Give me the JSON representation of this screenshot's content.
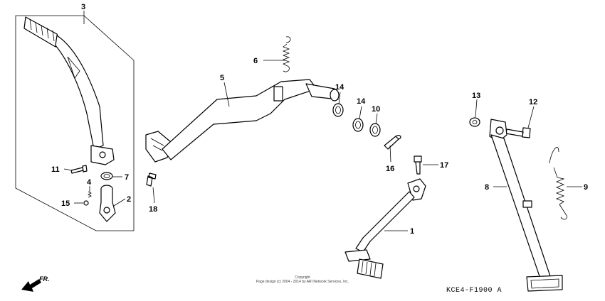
{
  "diagram": {
    "code": "KCE4-F1900 A",
    "front_label": "FR.",
    "copyright_line1": "Copyright",
    "copyright_line2": "Page design (c) 2004 - 2014 by ARI Network Services, Inc."
  },
  "callouts": [
    "1",
    "2",
    "3",
    "4",
    "5",
    "6",
    "7",
    "8",
    "9",
    "10",
    "11",
    "12",
    "13",
    "14",
    "14",
    "15",
    "16",
    "17",
    "18"
  ]
}
